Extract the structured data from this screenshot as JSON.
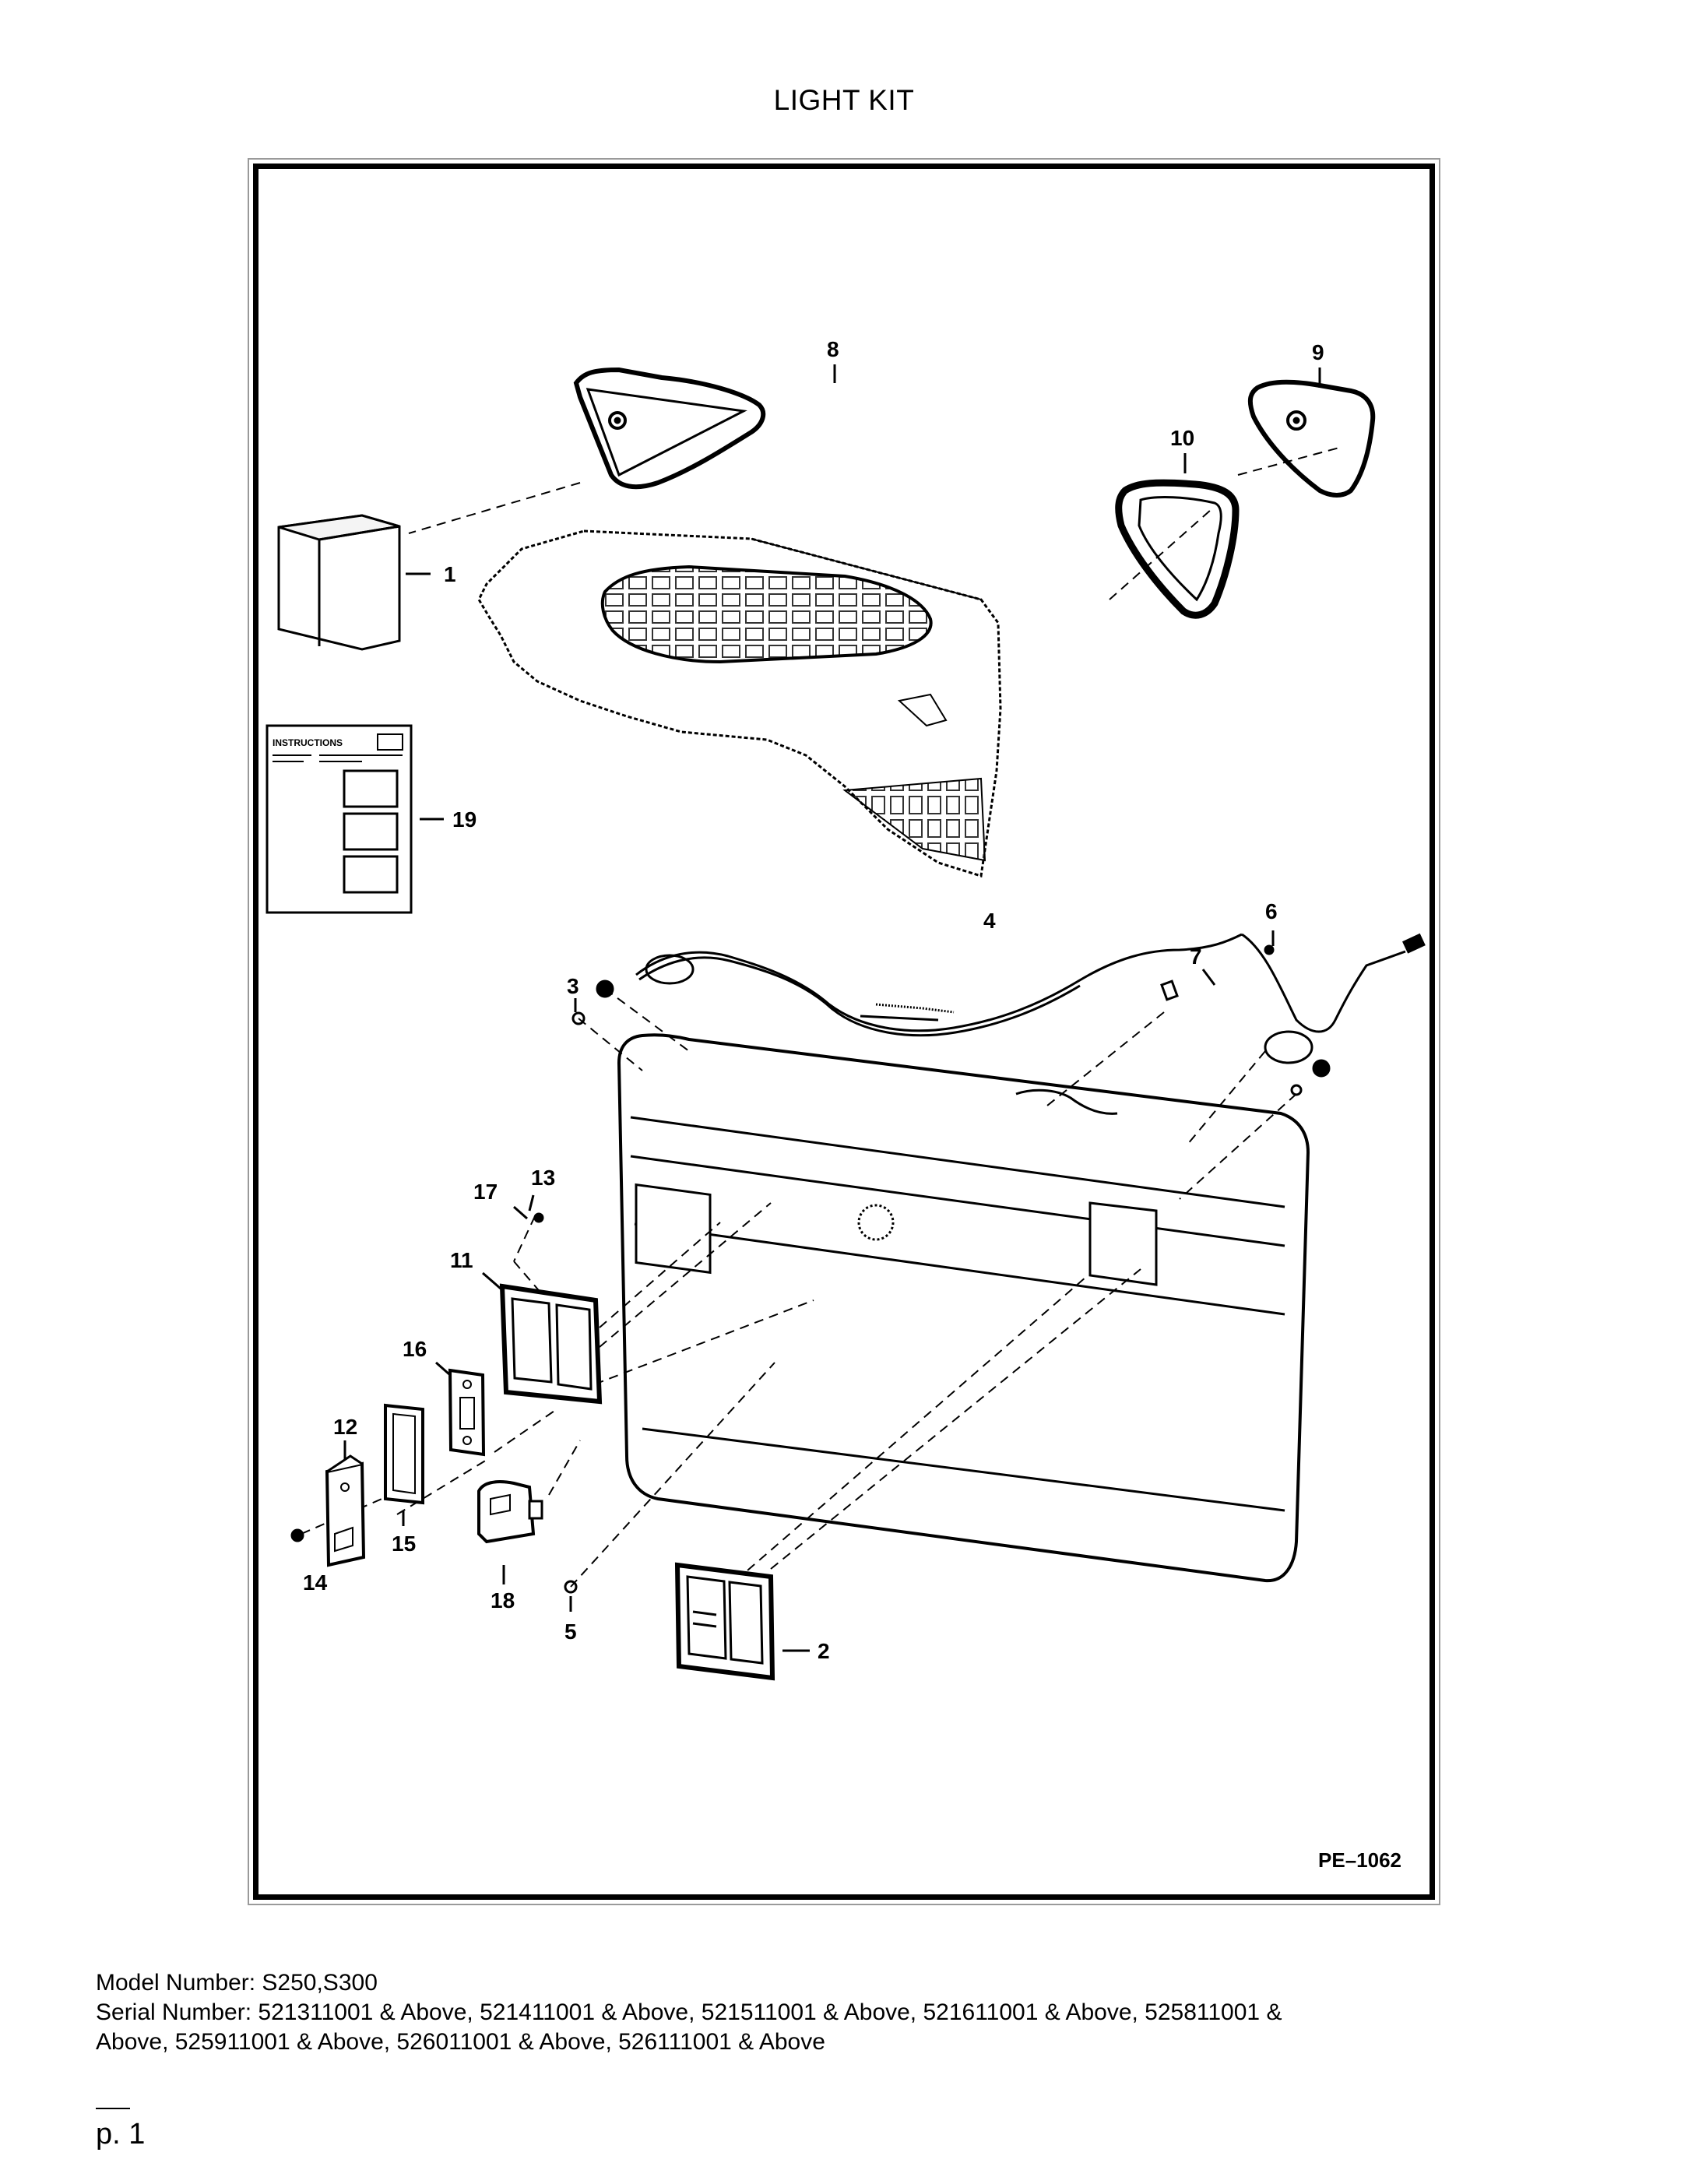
{
  "page": {
    "title": "LIGHT KIT",
    "drawing_number": "PE–1062",
    "model_line": "Model Number: S250,S300",
    "serial_line_1": "Serial Number: 521311001 & Above, 521411001 & Above, 521511001 & Above, 521611001 & Above, 525811001 &",
    "serial_line_2": "Above, 525911001 & Above, 526011001 & Above, 526111001 & Above",
    "page_number": "p. 1"
  },
  "diagram": {
    "instruction_sheet_heading": "INSTRUCTIONS",
    "callouts": {
      "c1": "1",
      "c2": "2",
      "c3": "3",
      "c4": "4",
      "c5": "5",
      "c6": "6",
      "c7": "7",
      "c8": "8",
      "c9": "9",
      "c10": "10",
      "c11": "11",
      "c12": "12",
      "c13": "13",
      "c14": "14",
      "c15": "15",
      "c16": "16",
      "c17": "17",
      "c18": "18",
      "c19": "19"
    }
  }
}
